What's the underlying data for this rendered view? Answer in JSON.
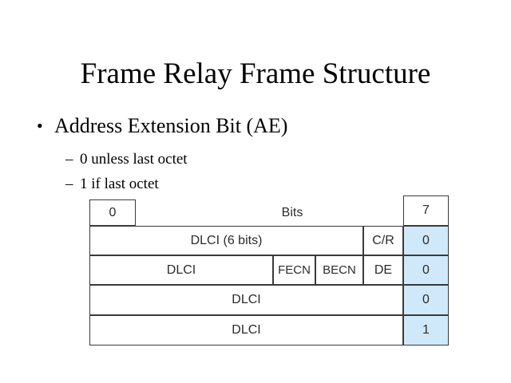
{
  "slide": {
    "title": "Frame Relay Frame Structure",
    "background_color": "#ffffff",
    "text_color": "#000000"
  },
  "bullets": {
    "level1": {
      "marker": "•",
      "text": "Address Extension Bit (AE)"
    },
    "level2": [
      {
        "marker": "–",
        "text": "0 unless last octet"
      },
      {
        "marker": "–",
        "text": "1 if last octet"
      }
    ]
  },
  "frame_table": {
    "accent_color": "#cfe9fb",
    "border_color": "#3a3a3a",
    "header": {
      "bit_low": "0",
      "axis_label": "Bits",
      "bit_high": "7"
    },
    "rows": [
      {
        "cells": [
          {
            "label": "DLCI (6 bits)",
            "highlight": false
          },
          {
            "label": "C/R",
            "highlight": false
          },
          {
            "label": "0",
            "highlight": true
          }
        ]
      },
      {
        "cells": [
          {
            "label": "DLCI",
            "highlight": false
          },
          {
            "label": "FECN",
            "highlight": false
          },
          {
            "label": "BECN",
            "highlight": false
          },
          {
            "label": "DE",
            "highlight": false
          },
          {
            "label": "0",
            "highlight": true
          }
        ]
      },
      {
        "cells": [
          {
            "label": "DLCI",
            "highlight": false
          },
          {
            "label": "0",
            "highlight": true
          }
        ]
      },
      {
        "cells": [
          {
            "label": "DLCI",
            "highlight": false
          },
          {
            "label": "1",
            "highlight": true
          }
        ]
      }
    ]
  }
}
